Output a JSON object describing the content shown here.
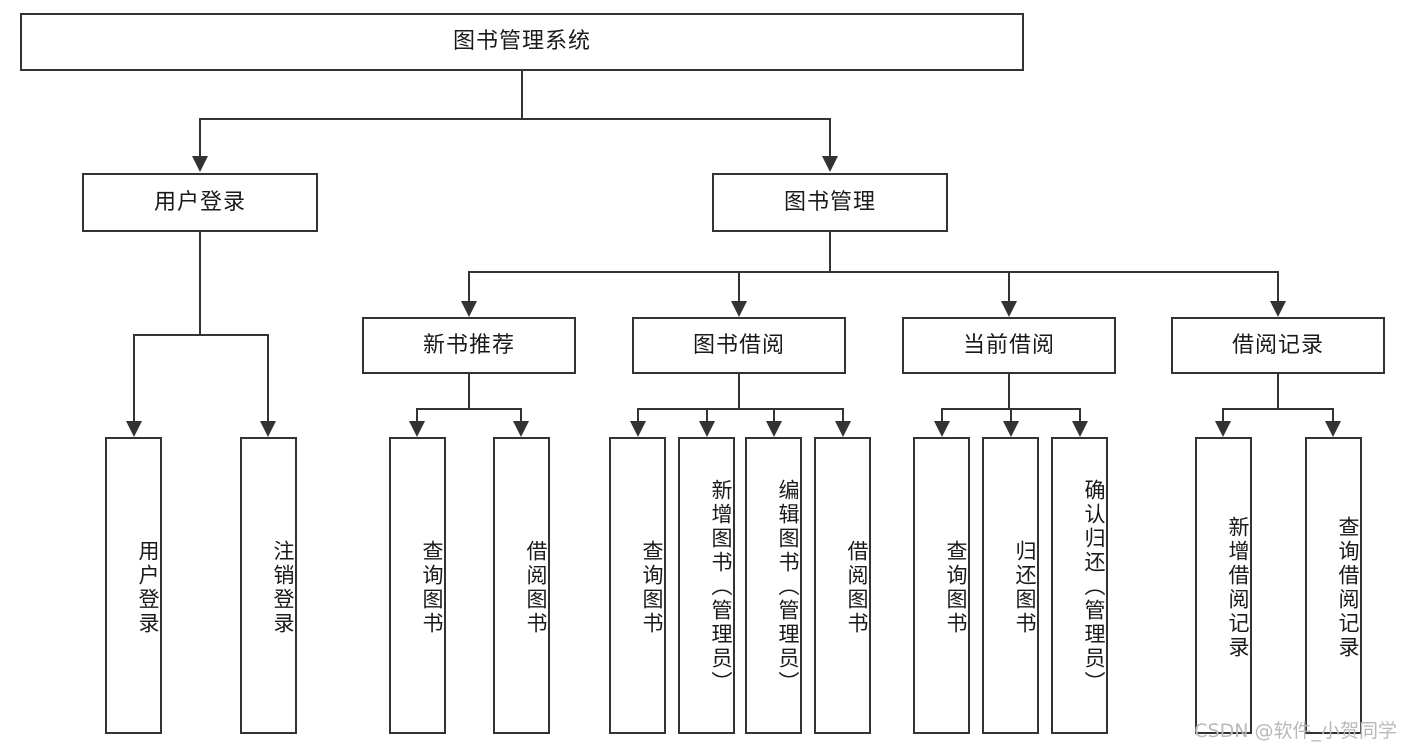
{
  "diagram": {
    "title": "图书管理系统",
    "type": "function-structure-tree",
    "root": {
      "label": "图书管理系统"
    },
    "level2": [
      {
        "label": "用户登录"
      },
      {
        "label": "图书管理"
      }
    ],
    "level3": [
      {
        "label": "新书推荐"
      },
      {
        "label": "图书借阅"
      },
      {
        "label": "当前借阅"
      },
      {
        "label": "借阅记录"
      }
    ],
    "leaves": {
      "user_login": [
        {
          "label": "用户登录"
        },
        {
          "label": "注销登录"
        }
      ],
      "new_book_recommend": [
        {
          "label": "查询图书"
        },
        {
          "label": "借阅图书"
        }
      ],
      "book_borrow": [
        {
          "label": "查询图书"
        },
        {
          "label": "新增图书（管理员）"
        },
        {
          "label": "编辑图书（管理员）"
        },
        {
          "label": "借阅图书"
        }
      ],
      "current_borrow": [
        {
          "label": "查询图书"
        },
        {
          "label": "归还图书"
        },
        {
          "label": "确认归还（管理员）"
        }
      ],
      "borrow_record": [
        {
          "label": "新增借阅记录"
        },
        {
          "label": "查询借阅记录"
        }
      ]
    }
  },
  "watermark": {
    "text": "CSDN @软件_小贺同学"
  },
  "colors": {
    "border": "#333333",
    "text": "#1a1a1a",
    "background": "#ffffff",
    "watermark": "#b9b9b9"
  }
}
